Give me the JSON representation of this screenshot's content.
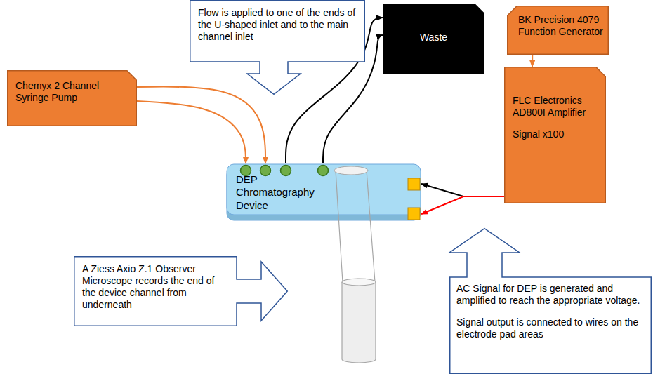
{
  "diagram": {
    "nodes": [
      {
        "text": [
          "Chemyx 2 Channel Syringe Pump"
        ]
      },
      {
        "text": [
          "Flow is applied to one of the ends of the U-shaped inlet and to the main channel inlet"
        ]
      },
      {
        "text": [
          "Waste"
        ]
      },
      {
        "text": [
          "BK Precision 4079 Function Generator"
        ]
      },
      {
        "text": [
          "FLC Electronics AD800I Amplifier",
          "Signal x100"
        ]
      },
      {
        "text": [
          "DEP Chromatography Device"
        ]
      },
      {
        "text": [
          "A Ziess Axio Z.1 Observer Microscope records the end of the device channel from underneath"
        ]
      },
      {
        "text": [
          "AC Signal for DEP is generated and amplified to reach the appropriate voltage.",
          "Signal output is connected to wires on the electrode pad areas"
        ]
      }
    ],
    "edges": [
      {
        "from": 0,
        "to": 5,
        "arrow": "to"
      },
      {
        "from": 0,
        "to": 5,
        "arrow": "to"
      },
      {
        "from": 5,
        "to": 2,
        "arrow": "to"
      },
      {
        "from": 5,
        "to": 2,
        "arrow": "to"
      },
      {
        "from": 3,
        "to": 4,
        "arrow": "to"
      },
      {
        "from": 4,
        "to": 5,
        "arrow": "to"
      },
      {
        "from": 4,
        "to": 5,
        "arrow": "to"
      }
    ]
  }
}
